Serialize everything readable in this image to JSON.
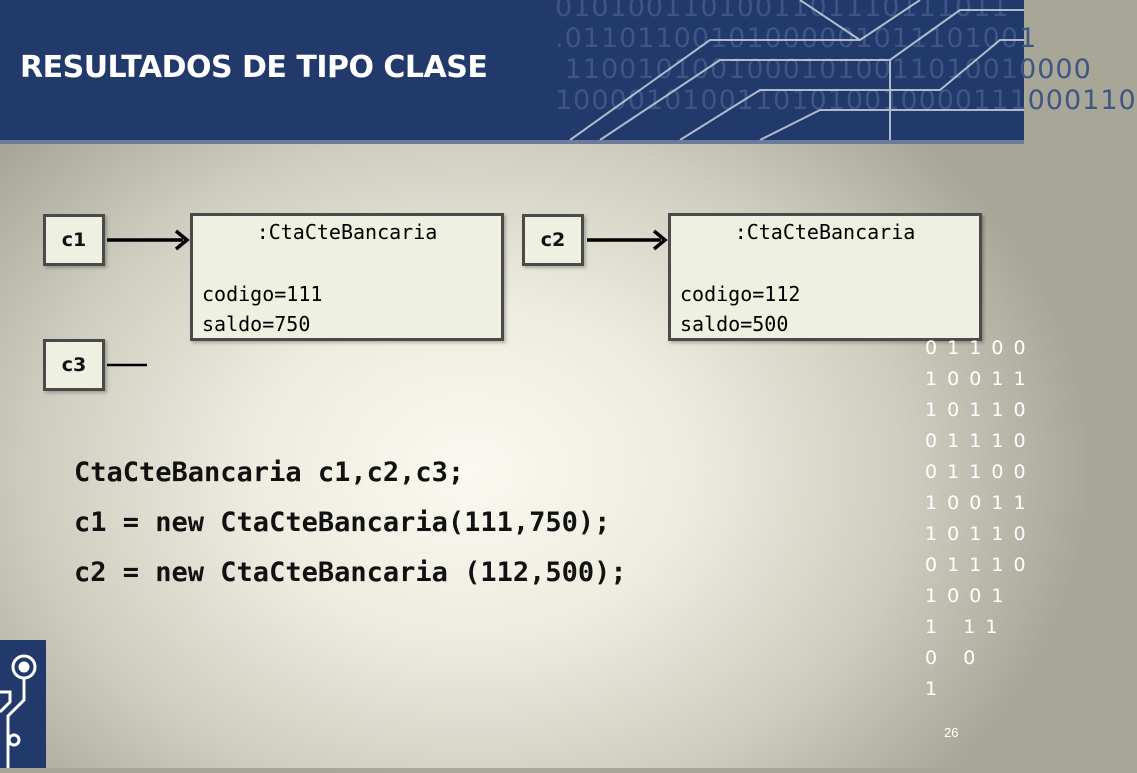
{
  "slide": {
    "title": "RESULTADOS DE TIPO CLASE",
    "page_number": "26",
    "header_binary": [
      "0101001101001101110111011",
      ".01101100101000001011101001",
      " 11001010010001010011010010000",
      "10000101001101010010000111000110"
    ],
    "side_binary": [
      "0 1 1 0 0",
      "1 0 0 1 1",
      "1 0 1 1 0",
      "0 1 1 1 0",
      "0 1 1 0 0",
      "1 0 0 1 1",
      "1 0 1 1 0",
      "0 1 1 1 0",
      "1 0 0 1",
      "1   1 1",
      "0   0",
      "1"
    ]
  },
  "diagram": {
    "variables": [
      {
        "name": "c1"
      },
      {
        "name": "c2"
      },
      {
        "name": "c3"
      }
    ],
    "objects": [
      {
        "class_label": ":CtaCteBancaria",
        "field1": "codigo=111",
        "field2": "saldo=750"
      },
      {
        "class_label": ":CtaCteBancaria",
        "field1": "codigo=112",
        "field2": "saldo=500"
      }
    ],
    "references": [
      {
        "from": "c1",
        "to": "object 1"
      },
      {
        "from": "c2",
        "to": "object 2"
      },
      {
        "from": "c3",
        "to": "null"
      }
    ]
  },
  "code": {
    "lines": [
      "CtaCteBancaria c1,c2,c3;",
      "c1 = new CtaCteBancaria(111,750);",
      "c2 = new CtaCteBancaria (112,500);"
    ]
  },
  "colors": {
    "header_bg": "#213a6b",
    "box_fill": "#eef0e2",
    "box_border": "#4a4a4a"
  }
}
